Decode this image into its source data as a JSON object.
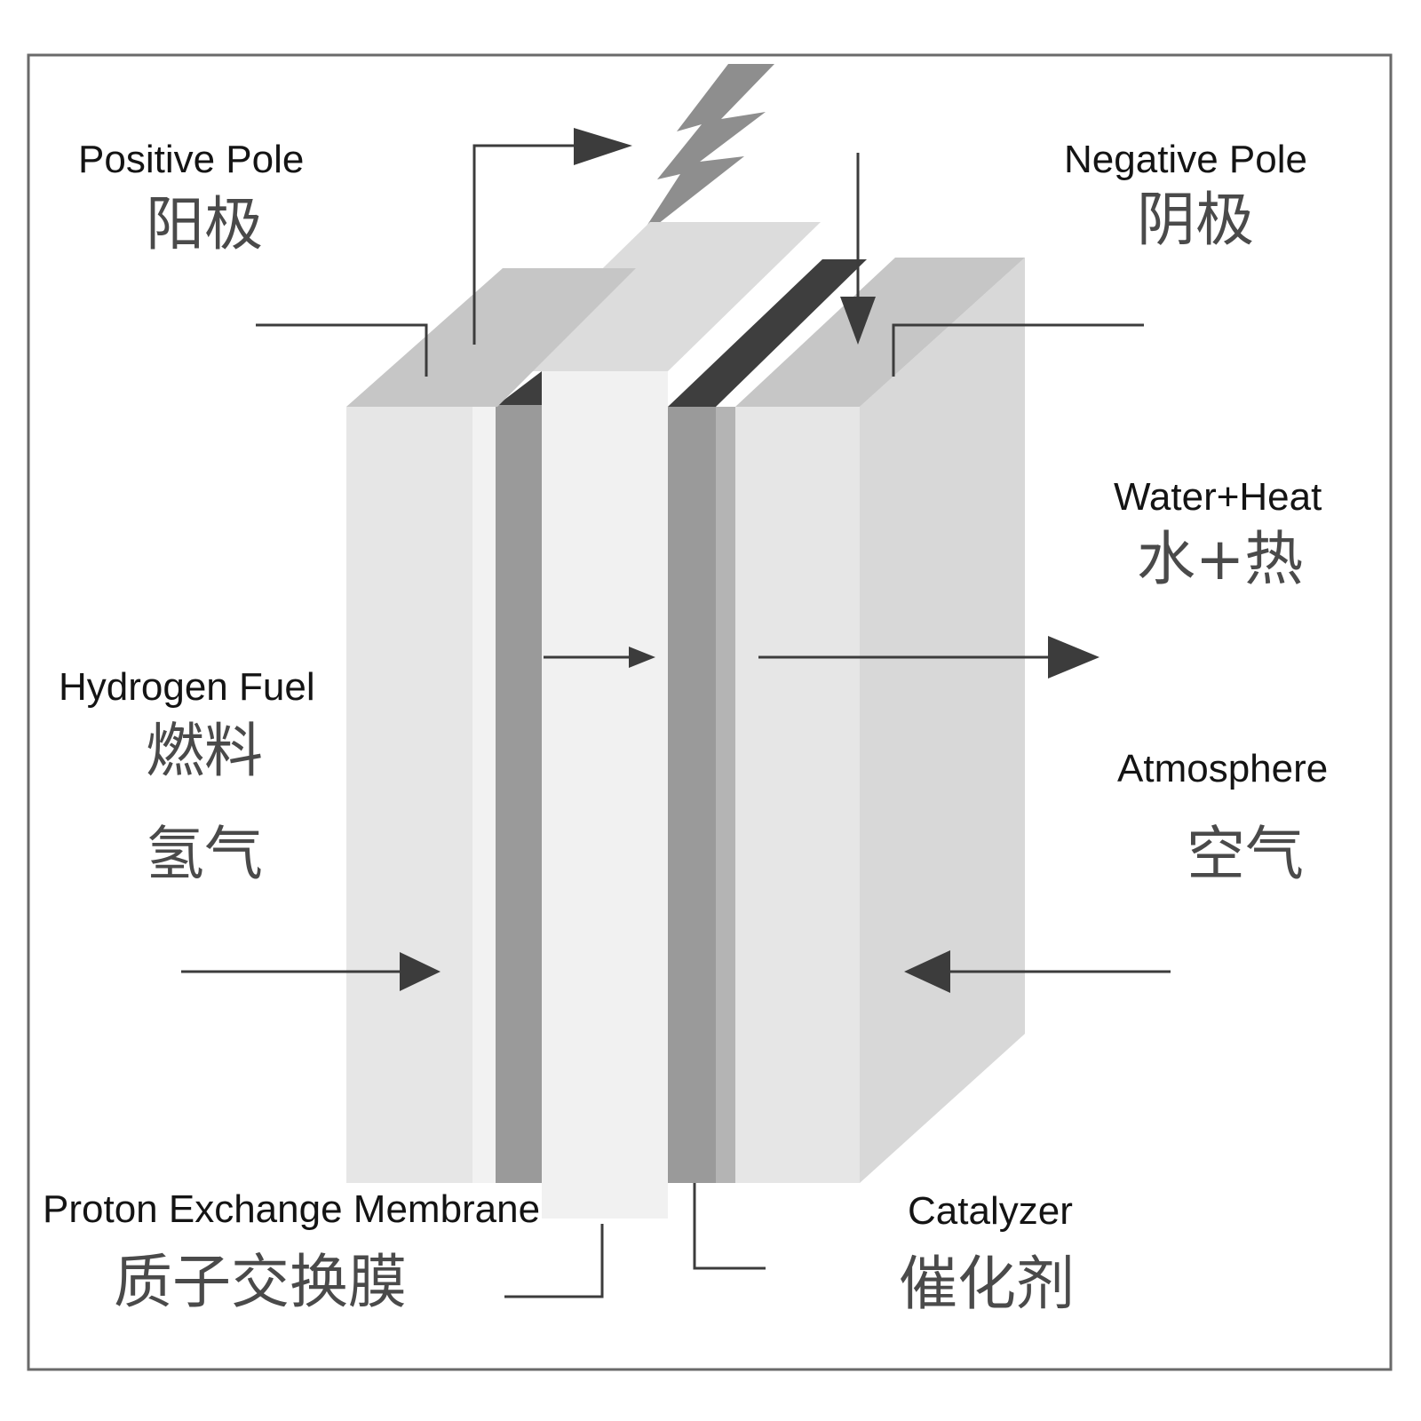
{
  "labels": {
    "positive_pole": {
      "en": "Positive Pole",
      "zh": "阳极"
    },
    "negative_pole": {
      "en": "Negative Pole",
      "zh": "阴极"
    },
    "water_heat": {
      "en": "Water+Heat",
      "zh": "水+热"
    },
    "hydrogen_fuel": {
      "en": "Hydrogen Fuel",
      "zh_1": "燃料",
      "zh_2": "氢气"
    },
    "atmosphere": {
      "en": "Atmosphere",
      "zh": "空气"
    },
    "membrane": {
      "en": "Proton Exchange Membrane",
      "zh": "质子交换膜"
    },
    "catalyzer": {
      "en": "Catalyzer",
      "zh": "催化剂"
    }
  },
  "icons": {
    "electricity": "lightning-bolt-icon"
  },
  "colors": {
    "frame": "#6a6a6a",
    "plate_front": "#e6e6e6",
    "plate_top": "#c6c6c6",
    "plate_side": "#d8d8d8",
    "membrane": "#f1f1f1",
    "catalyst": "#9a9a9a",
    "catalyst_dark": "#4a4a4a",
    "arrow": "#3c3c3c"
  }
}
